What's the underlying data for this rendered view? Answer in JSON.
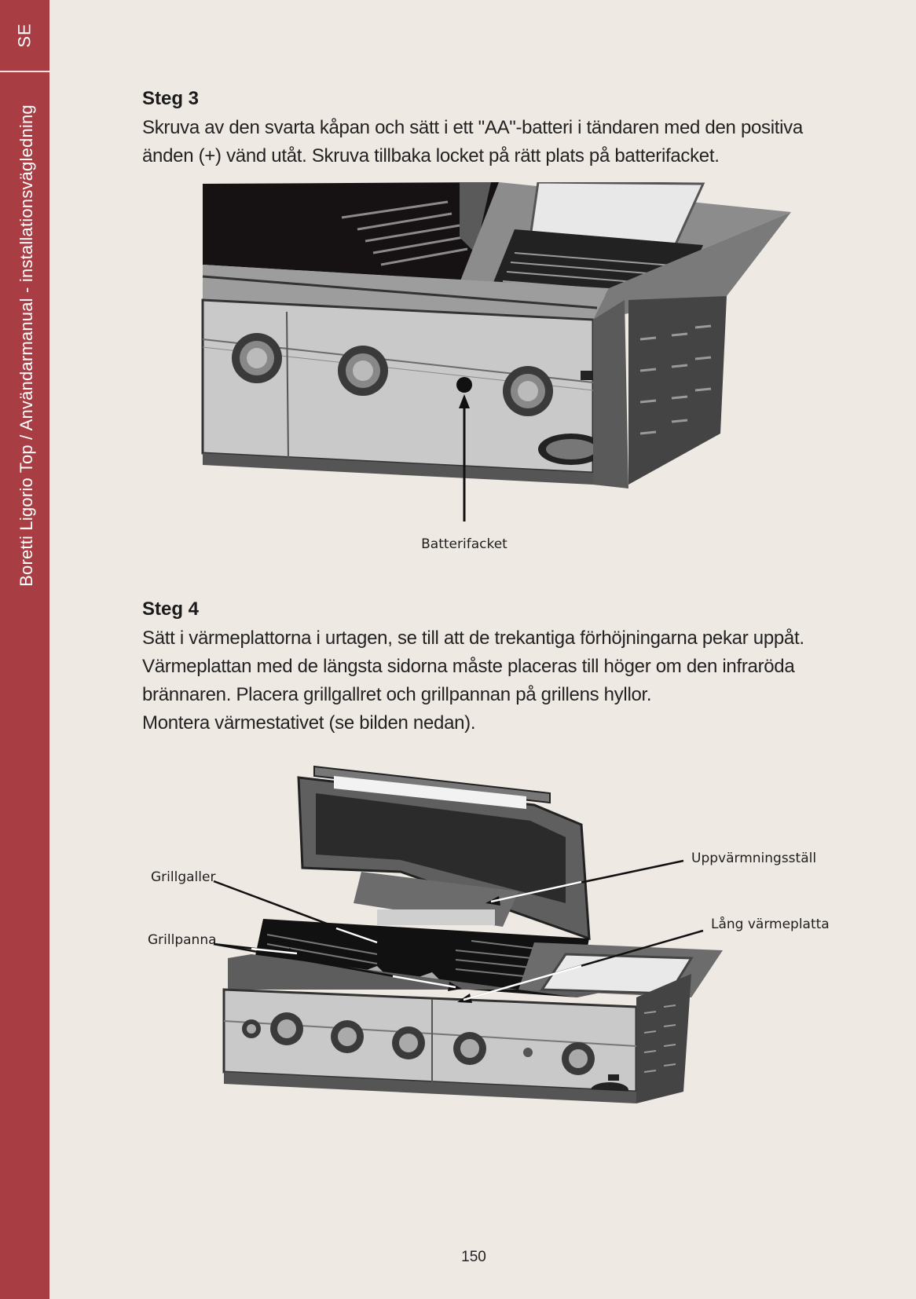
{
  "sidebar": {
    "language": "SE",
    "title": "Boretti Ligorio Top / Användarmanual - installationsvägledning"
  },
  "step3": {
    "title": "Steg 3",
    "lines": [
      "Skruva av den svarta kåpan och sätt i ett \"AA\"-batteri i tändaren med den positiva",
      "änden (+) vänd utåt. Skruva tillbaka locket på rätt plats på batterifacket."
    ],
    "figure_label": "Batterifacket"
  },
  "step4": {
    "title": "Steg 4",
    "lines": [
      "Sätt i värmeplattorna i urtagen, se till att de trekantiga förhöjningarna pekar uppåt.",
      "Värmeplattan med de längsta sidorna måste placeras till höger om den infraröda",
      "brännaren. Placera grillgallret och grillpannan på grillens hyllor.",
      "Montera värmestativet (se bilden nedan)."
    ],
    "figure_labels": {
      "grillgaller": "Grillgaller",
      "grillpanna": "Grillpanna",
      "uppvarmningsstall": "Uppvärmningsställ",
      "lang_varmeplatta": "Lång värmeplatta"
    }
  },
  "page_number": "150",
  "colors": {
    "sidebar": "#a83d44",
    "background": "#efe9e3"
  }
}
